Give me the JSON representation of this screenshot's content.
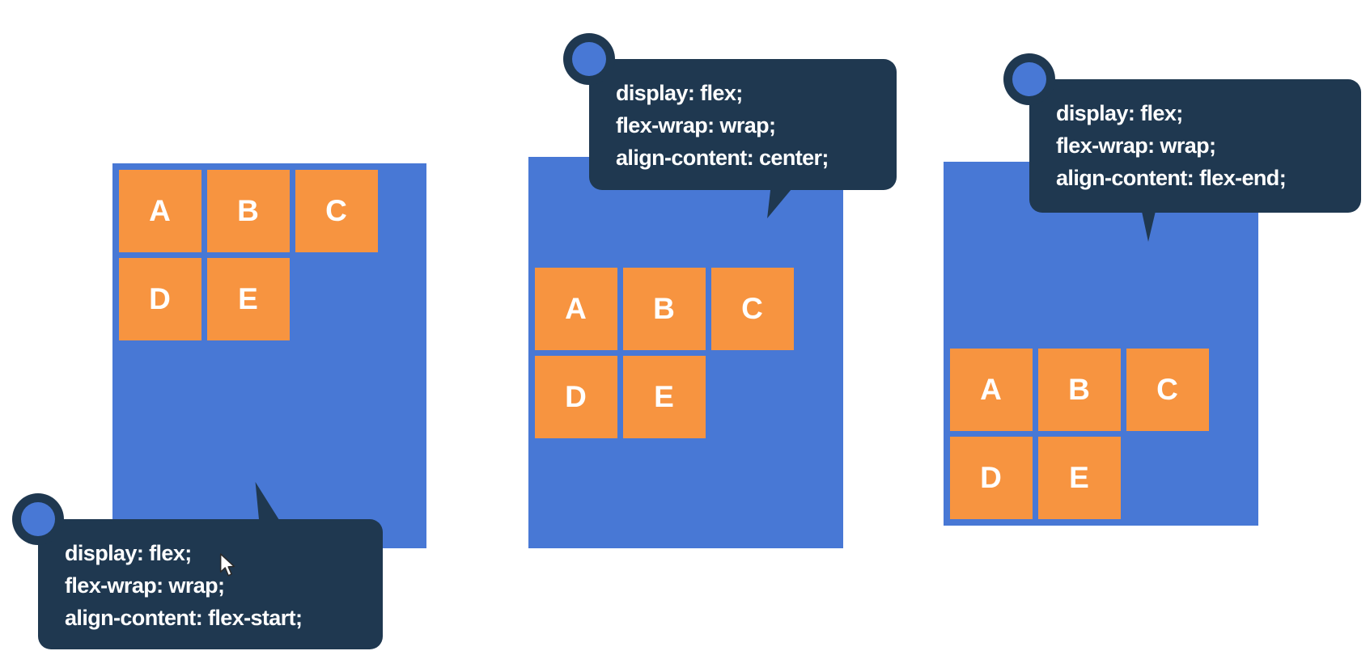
{
  "colors": {
    "container_blue": "#4878D5",
    "item_orange": "#F79440",
    "callout_navy": "#1F3850",
    "text_white": "#FFFFFF"
  },
  "panels": [
    {
      "align_content": "flex-start",
      "items": [
        "A",
        "B",
        "C",
        "D",
        "E"
      ],
      "tooltip": {
        "lines": [
          "display: flex;",
          "flex-wrap: wrap;",
          "align-content: flex-start;"
        ]
      }
    },
    {
      "align_content": "center",
      "items": [
        "A",
        "B",
        "C",
        "D",
        "E"
      ],
      "tooltip": {
        "lines": [
          "display: flex;",
          "flex-wrap: wrap;",
          "align-content: center;"
        ]
      }
    },
    {
      "align_content": "flex-end",
      "items": [
        "A",
        "B",
        "C",
        "D",
        "E"
      ],
      "tooltip": {
        "lines": [
          "display: flex;",
          "flex-wrap: wrap;",
          "align-content: flex-end;"
        ]
      }
    }
  ]
}
